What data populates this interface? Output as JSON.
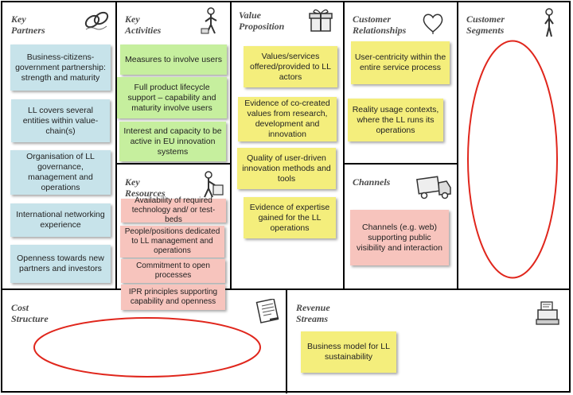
{
  "canvas": {
    "key_partners": {
      "title": "Key\nPartners",
      "icon": "chain-link-icon",
      "notes": [
        "Business-citizens-government partnership: strength and maturity",
        "LL covers several entities within value-chain(s)",
        "Organisation of LL governance, management and operations",
        "International networking experience",
        "Openness towards new partners and investors"
      ]
    },
    "key_activities": {
      "title": "Key\nActivities",
      "icon": "worker-icon",
      "notes": [
        "Measures to involve users",
        "Full product lifecycle support – capability and maturity involve users",
        "Interest and capacity to be active in EU innovation systems"
      ]
    },
    "key_resources": {
      "title": "Key\nResources",
      "icon": "worker-with-box-icon",
      "notes": [
        "Availability of required technology and/ or test-beds",
        "People/positions dedicated to LL management and operations",
        "Commitment to open processes",
        "IPR principles supporting capability and openness"
      ]
    },
    "value_proposition": {
      "title": "Value\nProposition",
      "icon": "gift-box-icon",
      "notes": [
        "Values/services offered/provided to LL actors",
        "Evidence of co-created values from research, development and innovation",
        "Quality of user-driven innovation methods and tools",
        "Evidence of expertise gained for the LL operations"
      ]
    },
    "customer_relationships": {
      "title": "Customer\nRelationships",
      "icon": "heart-icon",
      "notes": [
        "User-centricity within the entire service process",
        "Reality usage contexts, where the LL runs its operations"
      ]
    },
    "channels": {
      "title": "Channels",
      "icon": "delivery-truck-icon",
      "notes": [
        "Channels (e.g. web) supporting public visibility and interaction"
      ]
    },
    "customer_segments": {
      "title": "Customer\nSegments",
      "icon": "standing-person-icon",
      "notes": []
    },
    "cost_structure": {
      "title": "Cost\nStructure",
      "icon": "invoice-icon",
      "notes": []
    },
    "revenue_streams": {
      "title": "Revenue\nStreams",
      "icon": "cash-register-icon",
      "notes": [
        "Business model for LL sustainability"
      ]
    }
  },
  "colors": {
    "partners_note": "#c7e3ea",
    "activities_note": "#c6ef9e",
    "resources_note": "#f7c4bd",
    "value_note": "#f4ee7c",
    "highlight_ellipse": "#e0261c"
  }
}
